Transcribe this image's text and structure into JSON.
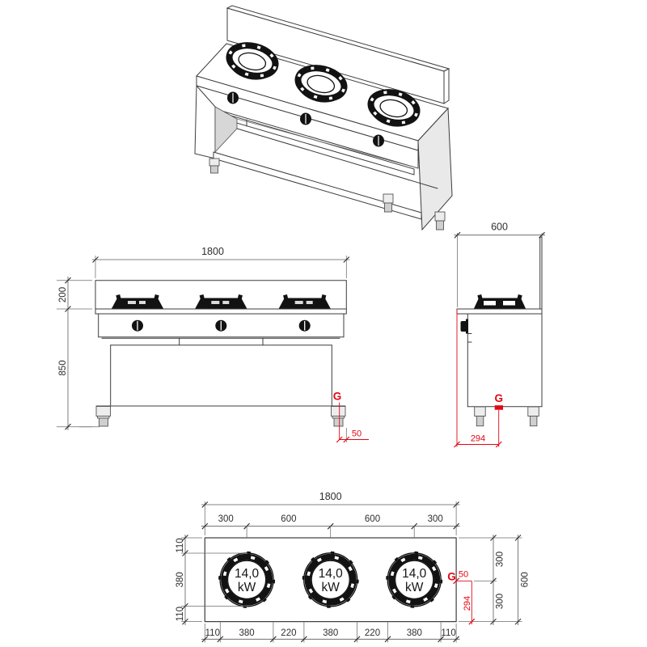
{
  "drawing": {
    "subject": "3-burner gas wok range technical drawing",
    "colors": {
      "accent_red": "#e30613",
      "line": "#3c3c3c",
      "side_panel_gray": "#e9e9e9"
    },
    "views": {
      "front": {
        "overall_width": "1800",
        "splash_height": "200",
        "body_height": "850",
        "gas_label": "G",
        "gas_offset": "50"
      },
      "side": {
        "depth": "600",
        "gas_label": "G",
        "gas_offset": "294"
      },
      "plan": {
        "overall_width": "1800",
        "burner_spacings": [
          "300",
          "600",
          "600",
          "300"
        ],
        "depth_left": [
          "110",
          "380",
          "110"
        ],
        "depth_right": [
          "300",
          "300"
        ],
        "depth_total": "600",
        "bottom_spacings": [
          "110",
          "380",
          "220",
          "380",
          "220",
          "380",
          "110"
        ],
        "gas_label": "G",
        "gas_offset_x": "50",
        "gas_offset_y": "294",
        "burners": [
          {
            "power": "14,0",
            "unit": "kW"
          },
          {
            "power": "14,0",
            "unit": "kW"
          },
          {
            "power": "14,0",
            "unit": "kW"
          }
        ]
      }
    }
  }
}
